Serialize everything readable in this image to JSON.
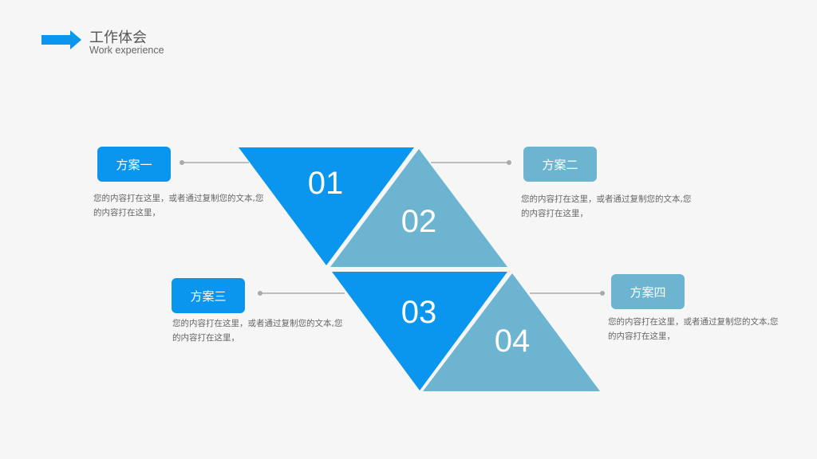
{
  "header": {
    "title": "工作体会",
    "subtitle": "Work experience"
  },
  "items": [
    {
      "number": "01",
      "label": "方案一",
      "desc": "您的内容打在这里，或者通过复制您的文本,您的内容打在这里，"
    },
    {
      "number": "02",
      "label": "方案二",
      "desc": "您的内容打在这里，或者通过复制您的文本,您的内容打在这里，"
    },
    {
      "number": "03",
      "label": "方案三",
      "desc": "您的内容打在这里，或者通过复制您的文本,您的内容打在这里，"
    },
    {
      "number": "04",
      "label": "方案四",
      "desc": "您的内容打在这里，或者通过复制您的文本,您的内容打在这里，"
    }
  ],
  "colors": {
    "blue": "#0a96ee",
    "teal": "#6cb4d0",
    "connector": "#aaaaaa"
  },
  "icons": {
    "header": "arrow-right-icon"
  }
}
